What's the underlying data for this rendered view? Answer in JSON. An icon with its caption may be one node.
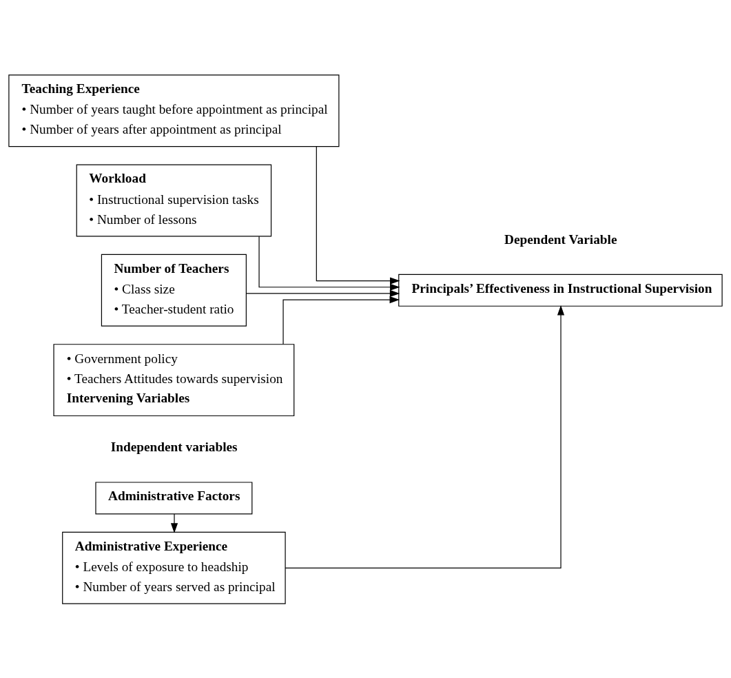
{
  "diagram": {
    "nodes": [
      {
        "text": [
          "Administrative Factors"
        ]
      },
      {
        "text": [
          "Administrative Experience",
          "• Levels of exposure to headship",
          "• Number of years served as principal"
        ]
      },
      {
        "text": [
          "Teaching Experience",
          "• Number of years taught before appointment as principal",
          "• Number of years after appointment as principal"
        ]
      },
      {
        "text": [
          "Workload",
          "• Instructional supervision tasks",
          "• Number of lessons"
        ]
      },
      {
        "text": [
          "Number of Teachers",
          "• Class size",
          "• Teacher-student ratio"
        ]
      },
      {
        "text": [
          "• Government policy",
          "• Teachers Attitudes towards supervision",
          "Intervening Variables"
        ]
      },
      {
        "text": [
          "Principals’ Effectiveness in Instructional Supervision"
        ]
      }
    ],
    "edges": [
      {
        "from": 0,
        "to": 1,
        "arrow": "to"
      },
      {
        "from": 1,
        "to": 6,
        "arrow": "to"
      },
      {
        "from": 2,
        "to": 6,
        "arrow": "to"
      },
      {
        "from": 3,
        "to": 6,
        "arrow": "to"
      },
      {
        "from": 4,
        "to": 6,
        "arrow": "to"
      },
      {
        "from": 5,
        "to": 6,
        "arrow": "to"
      }
    ],
    "labels": [
      "Independent variables",
      "Dependent Variable"
    ]
  }
}
